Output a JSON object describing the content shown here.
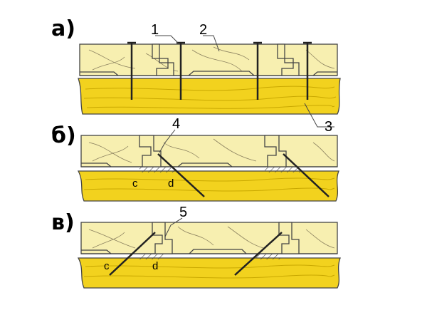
{
  "panels": [
    {
      "id": "a",
      "label": "а)"
    },
    {
      "id": "b",
      "label": "б)"
    },
    {
      "id": "v",
      "label": "в)"
    }
  ],
  "callouts": {
    "n1": "1",
    "n2": "2",
    "n3": "3",
    "n4": "4",
    "n5": "5"
  },
  "points": {
    "b_c": "c",
    "b_d": "d",
    "v_c": "c",
    "v_d": "d"
  },
  "colors": {
    "board": "#f7efb0",
    "joist": "#f2d21e",
    "outline": "#444444",
    "nail": "#222222"
  }
}
